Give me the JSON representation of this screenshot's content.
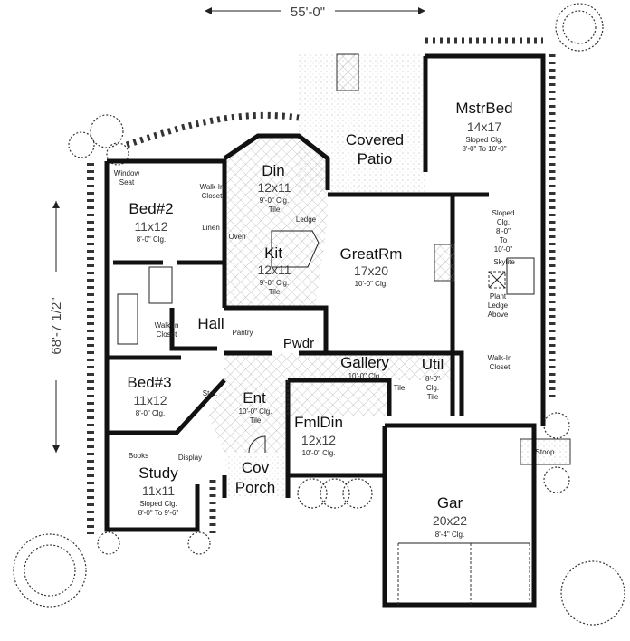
{
  "dimensions": {
    "width": "55'-0\"",
    "depth": "68'-7 1/2\""
  },
  "rooms": {
    "bed2": {
      "name": "Bed#2",
      "size": "11x12",
      "ceiling": "8'-0\" Clg."
    },
    "bed3": {
      "name": "Bed#3",
      "size": "11x12",
      "ceiling": "8'-0\" Clg."
    },
    "study": {
      "name": "Study",
      "size": "11x11",
      "ceiling1": "Sloped Clg.",
      "ceiling2": "8'-0\" To 9'-6\""
    },
    "din": {
      "name": "Din",
      "size": "12x11",
      "ceiling": "9'-0\" Clg.",
      "floor": "Tile"
    },
    "kit": {
      "name": "Kit",
      "size": "12x11",
      "ceiling": "9'-0\" Clg.",
      "floor": "Tile"
    },
    "greatrm": {
      "name": "GreatRm",
      "size": "17x20",
      "ceiling": "10'-0\" Clg."
    },
    "mstrbed": {
      "name": "MstrBed",
      "size": "14x17",
      "ceiling1": "Sloped Clg.",
      "ceiling2": "8'-0\" To 10'-0\""
    },
    "patio": {
      "line1": "Covered",
      "line2": "Patio"
    },
    "gallery": {
      "name": "Gallery",
      "ceiling": "10'-0\" Clg.",
      "floor": "Tile"
    },
    "util": {
      "name": "Util",
      "ceiling1": "8'-0\"",
      "ceiling2": "Clg.",
      "floor": "Tile"
    },
    "ent": {
      "name": "Ent",
      "ceiling": "10'-0\" Clg.",
      "floor": "Tile"
    },
    "fmldin": {
      "name": "FmlDin",
      "size": "12x12",
      "ceiling": "10'-0\" Clg."
    },
    "porch": {
      "line1": "Cov",
      "line2": "Porch"
    },
    "gar": {
      "name": "Gar",
      "size": "20x22",
      "ceiling": "8'-4\" Clg."
    },
    "hall": {
      "name": "Hall"
    },
    "pwdr": {
      "name": "Pwdr"
    }
  },
  "notes": {
    "window_seat1": "Window",
    "window_seat2": "Seat",
    "walkin1": "Walk-In",
    "walkin2": "Closet",
    "linen": "Linen",
    "oven": "Oven",
    "ledge": "Ledge",
    "pantry": "Pantry",
    "walkin_b1": "Walk-In",
    "walkin_b2": "Closet",
    "stor": "Stor.",
    "books": "Books",
    "display": "Display",
    "mb_sloped1": "Sloped",
    "mb_sloped2": "Clg.",
    "mb_sloped3": "8'-0\"",
    "mb_sloped4": "To",
    "mb_sloped5": "10'-0\"",
    "skylite": "Skylite",
    "plant1": "Plant",
    "plant2": "Ledge",
    "plant3": "Above",
    "walkin_m1": "Walk-In",
    "walkin_m2": "Closet",
    "stoop": "Stoop"
  }
}
